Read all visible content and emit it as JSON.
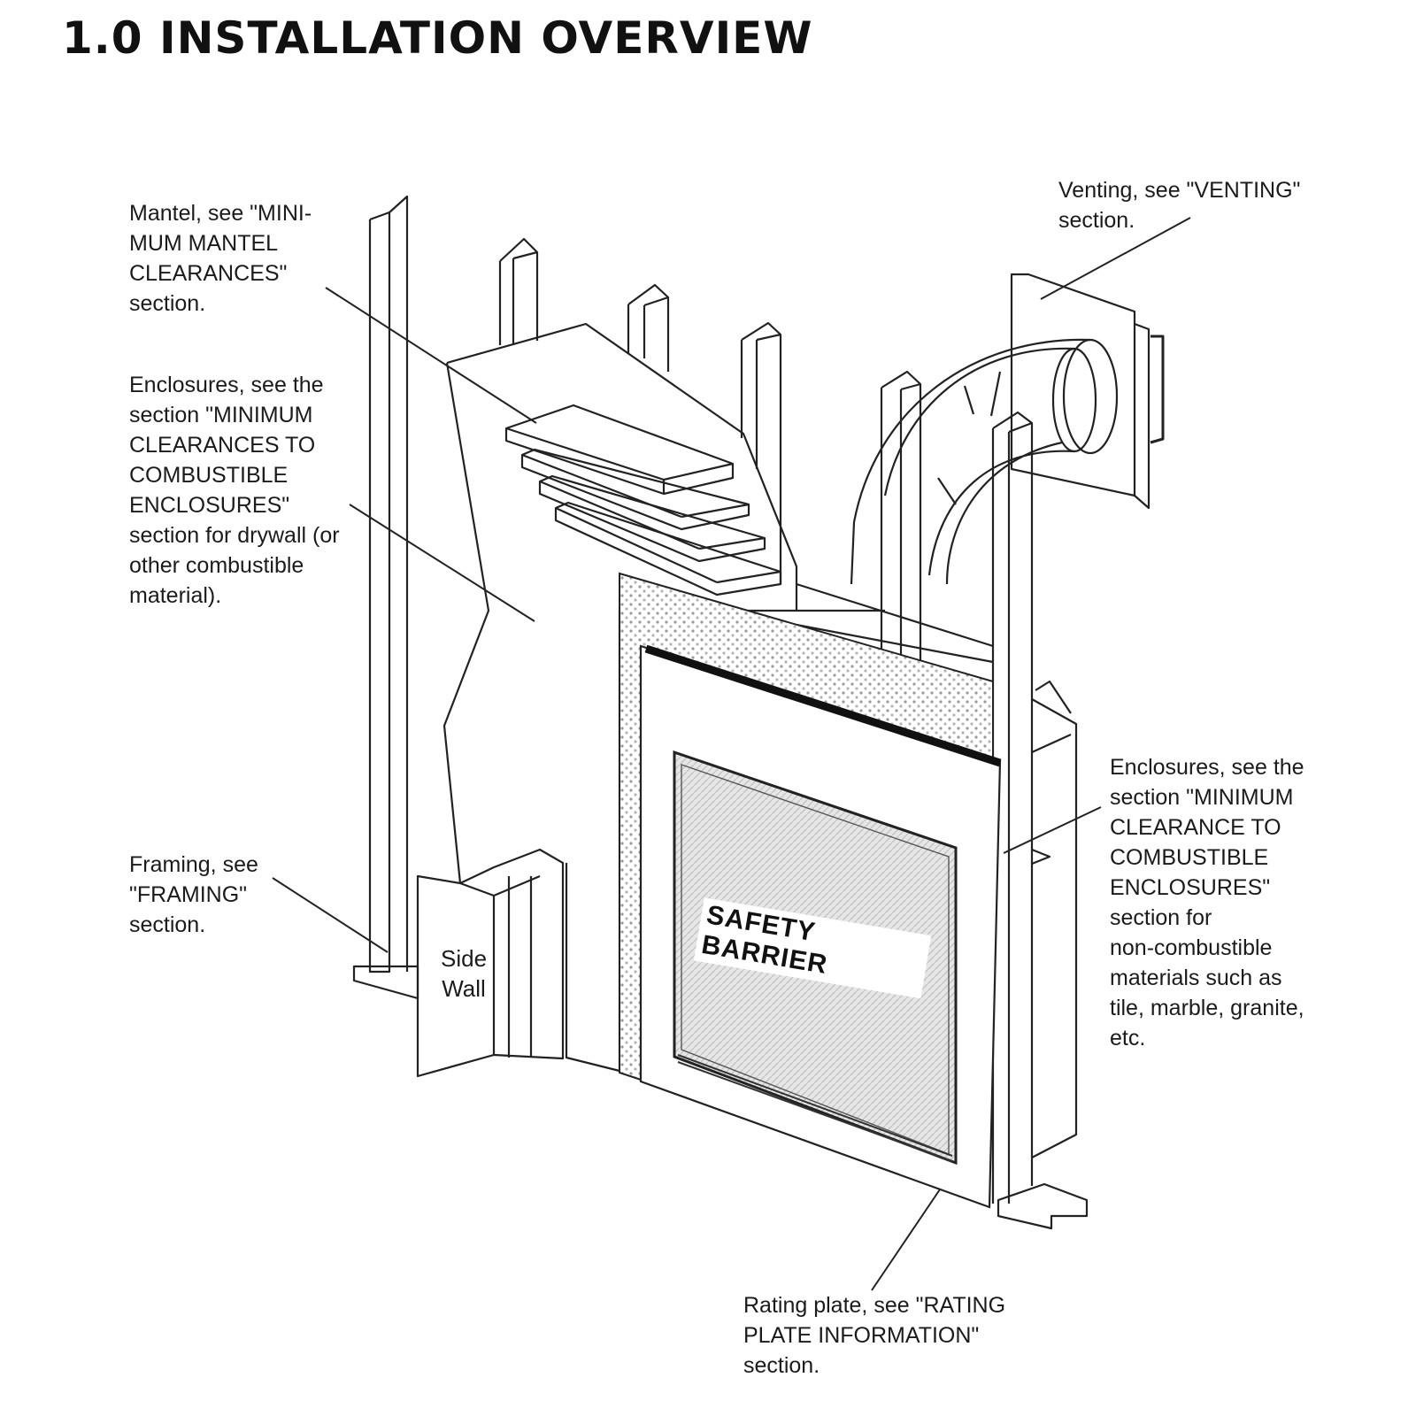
{
  "title": "1.0 INSTALLATION OVERVIEW",
  "callouts": {
    "mantel": [
      "Mantel, see \"MINI-",
      "MUM MANTEL",
      "CLEARANCES\"",
      "section."
    ],
    "enclosures_left": [
      "Enclosures, see the",
      "section \"MINIMUM",
      "CLEARANCES TO",
      "COMBUSTIBLE",
      "ENCLOSURES\"",
      "section for drywall (or",
      "other combustible",
      "material)."
    ],
    "framing": [
      "Framing, see",
      "\"FRAMING\"",
      "section."
    ],
    "venting": [
      "Venting, see \"VENTING\"",
      "section."
    ],
    "enclosures_right": [
      "Enclosures, see the",
      "section \"MINIMUM",
      "CLEARANCE TO",
      "COMBUSTIBLE",
      "ENCLOSURES\"",
      "section for",
      "non-combustible",
      "materials such as",
      "tile, marble, granite,",
      "etc."
    ],
    "rating_plate": [
      "Rating plate, see \"RATING",
      "PLATE INFORMATION\"",
      "section."
    ]
  },
  "labels": {
    "side_wall": [
      "Side",
      "Wall"
    ],
    "safety_barrier": "SAFETY BARRIER"
  },
  "colors": {
    "line": "#222222",
    "background": "#ffffff",
    "hatch": "#cfcfcf"
  }
}
